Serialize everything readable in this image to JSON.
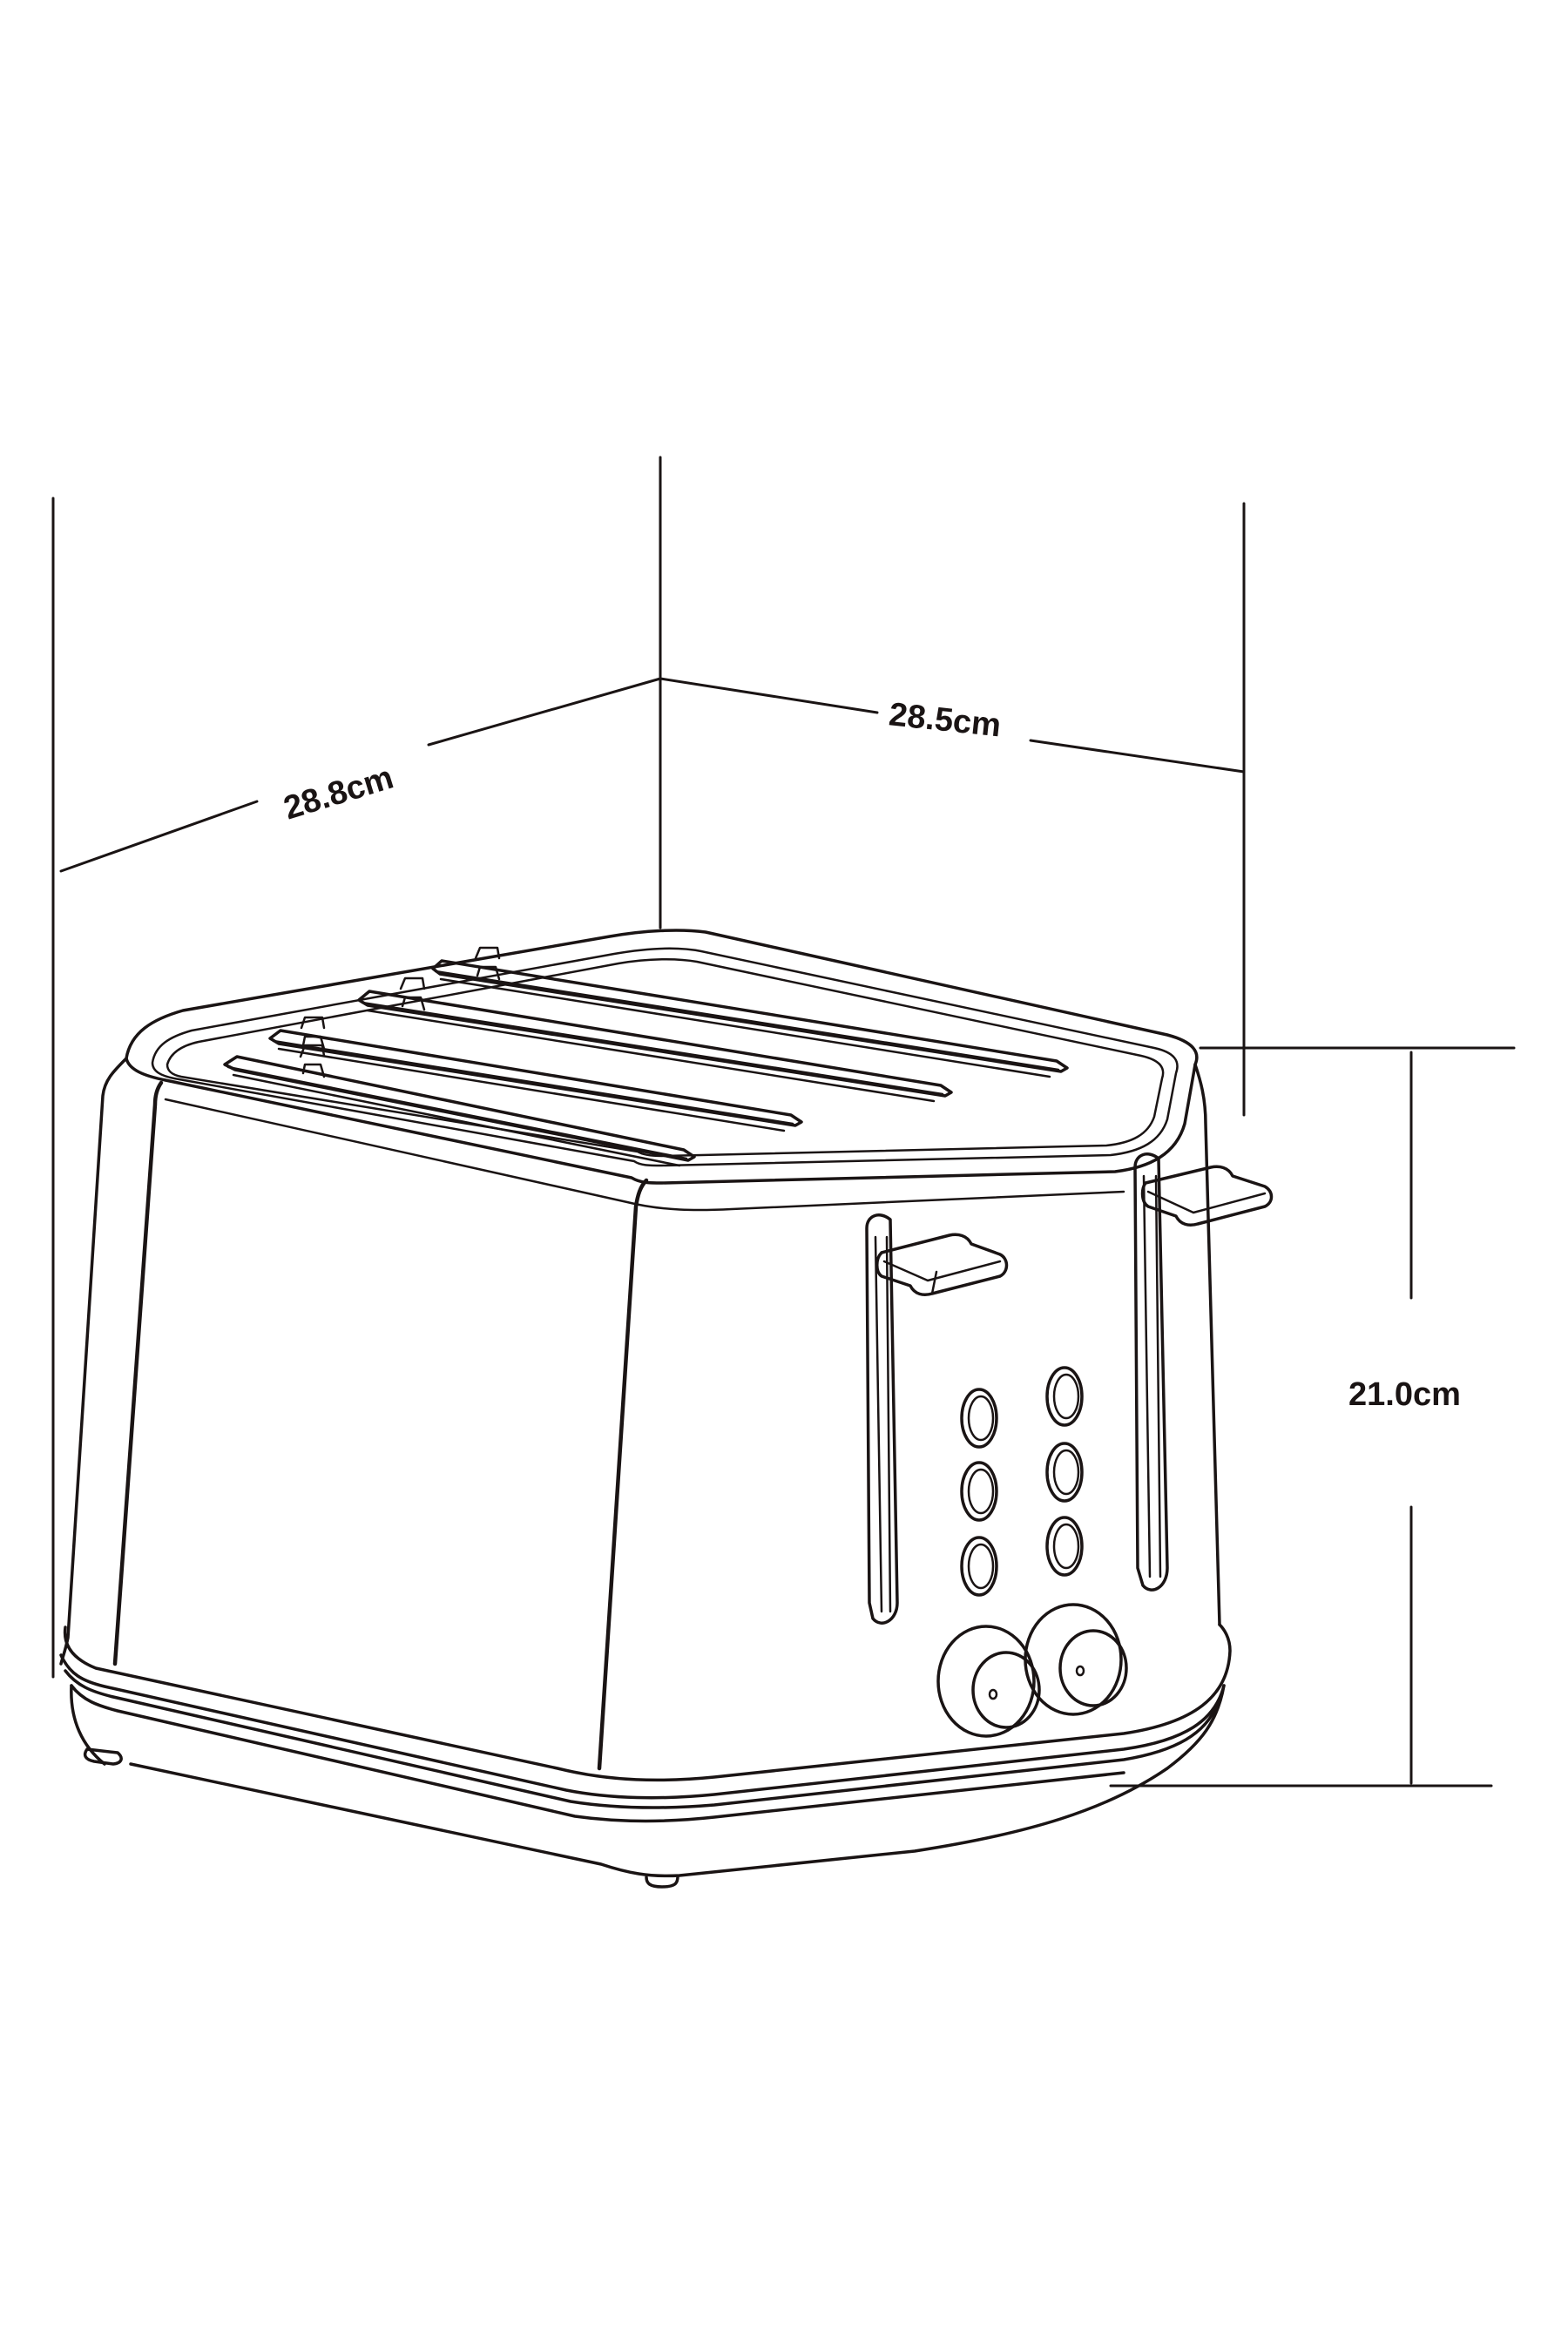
{
  "figure": {
    "subject": "Four-slice toaster line drawing with dimensions",
    "background": "#ffffff",
    "line_color": "#1a1414"
  },
  "dimensions": {
    "depth": {
      "label": "28.8cm",
      "value": 28.8,
      "unit": "cm",
      "axis": "depth (left diagonal)"
    },
    "width": {
      "label": "28.5cm",
      "value": 28.5,
      "unit": "cm",
      "axis": "width (right diagonal)"
    },
    "height": {
      "label": "21.0cm",
      "value": 21.0,
      "unit": "cm",
      "axis": "height (vertical)"
    }
  },
  "toaster": {
    "slots": 4,
    "lever_count": 2,
    "button_count": 6,
    "knob_count": 2
  }
}
